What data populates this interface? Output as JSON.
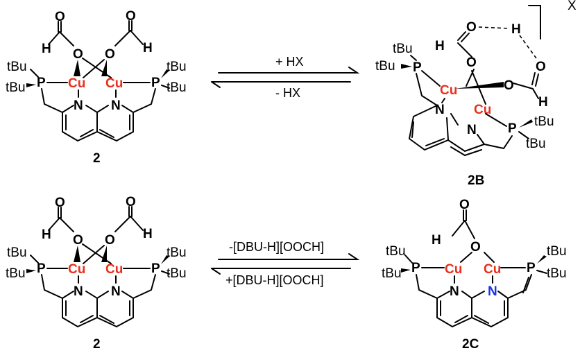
{
  "colors": {
    "copper": "#e8301c",
    "nitrogen_2C": "#1a33e6",
    "ink": "#000000"
  },
  "equilibria": [
    {
      "forward_label": "+ HX",
      "reverse_label": "- HX"
    },
    {
      "forward_label": "-[DBU-H][OOCH]",
      "reverse_label": "+[DBU-H][OOCH]"
    }
  ],
  "compounds": {
    "top_left": "2",
    "top_right": "2B",
    "bottom_left": "2",
    "bottom_right": "2C"
  },
  "counterion": "X",
  "atoms": {
    "copper": "Cu",
    "phosphorus": "P",
    "nitrogen": "N",
    "oxygen": "O",
    "hydrogen": "H",
    "tert_butyl": "tBu"
  }
}
